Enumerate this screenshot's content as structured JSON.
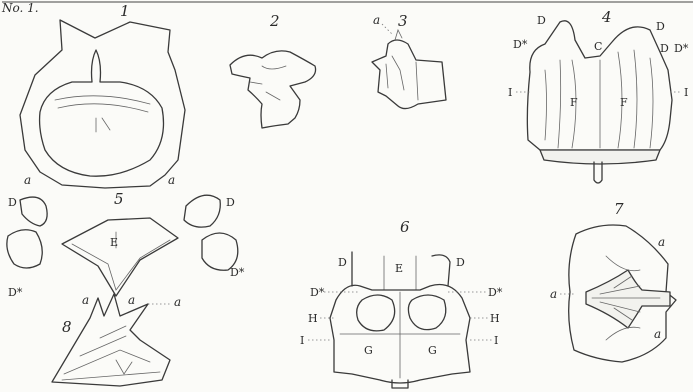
{
  "plate_label": "No. 1.",
  "figures": [
    {
      "number": "1",
      "labels": [
        "a",
        "a"
      ]
    },
    {
      "number": "2",
      "labels": []
    },
    {
      "number": "3",
      "labels": [
        "a"
      ]
    },
    {
      "number": "4",
      "labels": [
        "D",
        "D",
        "D*",
        "C",
        "D",
        "D*",
        "I",
        "F",
        "F",
        "I"
      ]
    },
    {
      "number": "5",
      "labels": [
        "D",
        "E",
        "D",
        "D*",
        "D*"
      ]
    },
    {
      "number": "6",
      "labels": [
        "D",
        "E",
        "D",
        "D*",
        "D*",
        "H",
        "H",
        "I",
        "I",
        "G",
        "G"
      ]
    },
    {
      "number": "7",
      "labels": [
        "a",
        "a",
        "a"
      ]
    },
    {
      "number": "8",
      "labels": [
        "a",
        "a",
        "a"
      ]
    }
  ]
}
